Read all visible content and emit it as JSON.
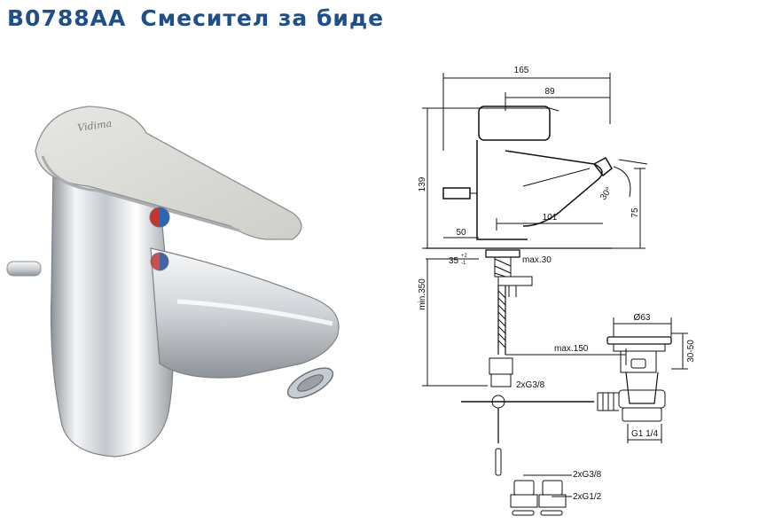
{
  "title": {
    "code": "B0788AA",
    "name": "Смесител за биде"
  },
  "product_image": {
    "description_icon": "bidet-mixer-photo-icon",
    "logo": "Vidima"
  },
  "dimensions": {
    "overall_width": "165",
    "lever_width": "89",
    "height": "139",
    "spout_height": "75",
    "spout_reach": "101",
    "base_offset": "50",
    "angle": "30°",
    "deck_thickness": "35",
    "deck_tol_plus": "+2",
    "deck_tol_minus": "-1",
    "max_deck": "max.30",
    "hose_length": "min.350",
    "waste_reach": "max.150",
    "waste_diameter": "Ø63",
    "waste_height": "30-50",
    "connection_top": "2xG3/8",
    "waste_thread": "G1 1/4",
    "adapter_top": "2xG3/8",
    "adapter_bottom": "2xG1/2"
  }
}
